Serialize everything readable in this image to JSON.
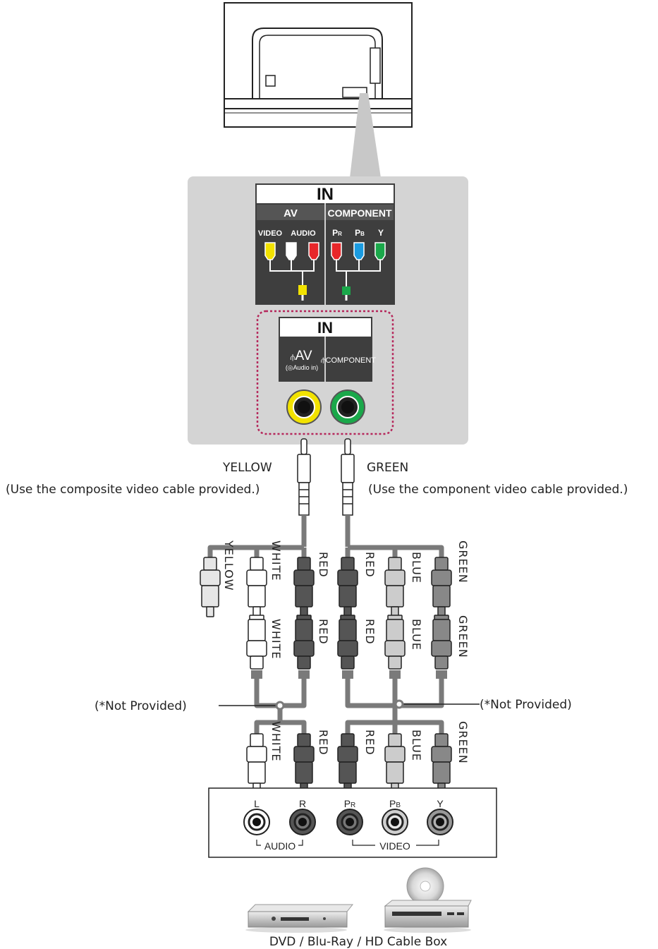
{
  "panel_top": {
    "title": "IN",
    "av_header": "AV",
    "component_header": "COMPONENT",
    "video_label": "VIDEO",
    "audio_label": "AUDIO",
    "pr_label": "PR",
    "pb_label": "PB",
    "y_label": "Y"
  },
  "panel_bottom": {
    "title": "IN",
    "av_label": "AV",
    "av_sub": "(◎Audio in)",
    "component_label": "COMPONENT"
  },
  "cables": {
    "yellow_label": "YELLOW",
    "green_label": "GREEN",
    "composite_note": "(Use the composite video cable provided.)",
    "component_note": "(Use the component video cable provided.)"
  },
  "plug_labels": {
    "row1": [
      "YELLOW",
      "WHITE",
      "RED",
      "RED",
      "BLUE",
      "GREEN"
    ],
    "row2": [
      "WHITE",
      "RED",
      "RED",
      "BLUE",
      "GREEN"
    ],
    "row3": [
      "WHITE",
      "RED",
      "RED",
      "BLUE",
      "GREEN"
    ]
  },
  "not_provided_left": "(*Not Provided)",
  "not_provided_right": "(*Not Provided)",
  "device_panel": {
    "jacks": [
      "L",
      "R",
      "PR",
      "PB",
      "Y"
    ],
    "audio_group": "AUDIO",
    "video_group": "VIDEO"
  },
  "devices_caption": "DVD / Blu-Ray / HD Cable Box",
  "colors": {
    "yellow": "#f2e200",
    "green": "#1aa84a",
    "red": "#e8262a",
    "blue": "#1a9be0",
    "panel_gray": "#d4d4d4",
    "dark_panel": "#3e3e3e",
    "cable_gray": "#7a7a7a",
    "dotted_border": "#b5265a"
  }
}
